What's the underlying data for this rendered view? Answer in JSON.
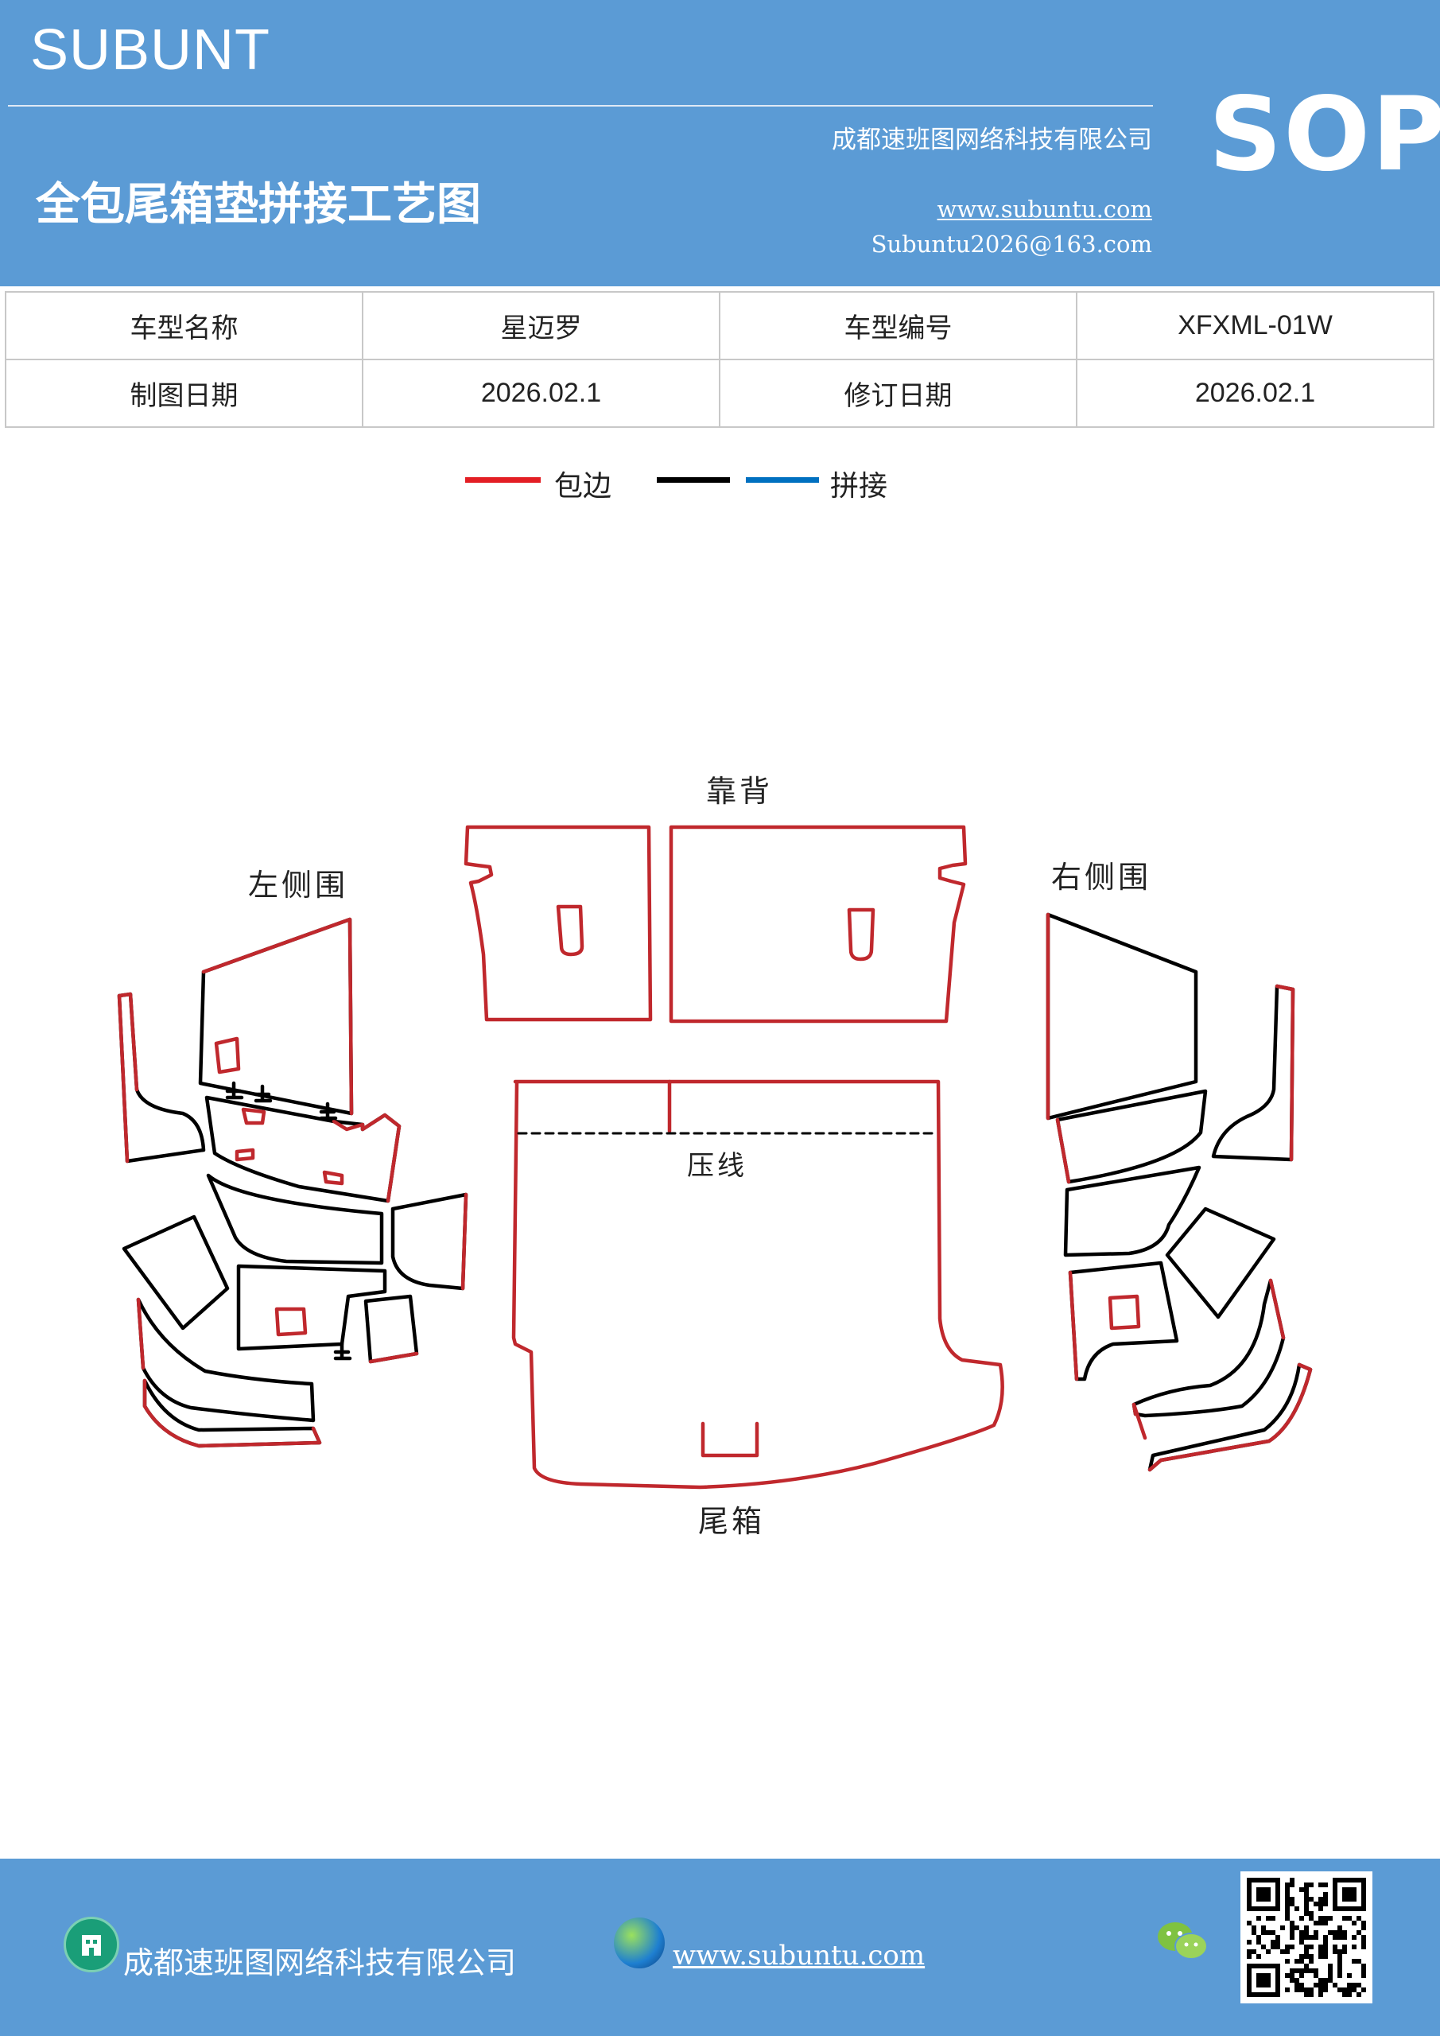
{
  "header": {
    "brand": "SUBUNT",
    "company": "成都速班图网络科技有限公司",
    "title": "全包尾箱垫拼接工艺图",
    "website": "www.subuntu.com",
    "email": "Subuntu2026@163.com",
    "badge": "SOP"
  },
  "info": {
    "model_name_label": "车型名称",
    "model_name_value": "星迈罗",
    "model_code_label": "车型编号",
    "model_code_value": "XFXML-01W",
    "draw_date_label": "制图日期",
    "draw_date_value": "2026.02.1",
    "revise_date_label": "修订日期",
    "revise_date_value": "2026.02.1"
  },
  "legend": {
    "items": [
      {
        "label": "包边",
        "color": "#e31e24"
      },
      {
        "label": "",
        "color": "#000000"
      },
      {
        "label": "拼接",
        "color": "#0070c0"
      }
    ]
  },
  "diagram": {
    "labels": {
      "backrest": "靠背",
      "left_side": "左侧围",
      "right_side": "右侧围",
      "crease": "压线",
      "trunk": "尾箱"
    },
    "colors": {
      "edge": "#c0282d",
      "seam": "#000000"
    }
  },
  "footer": {
    "company": "成都速班图网络科技有限公司",
    "website": "www.subuntu.com",
    "icons": [
      "building-icon",
      "globe-icon",
      "wechat-icon",
      "qr-code"
    ]
  }
}
